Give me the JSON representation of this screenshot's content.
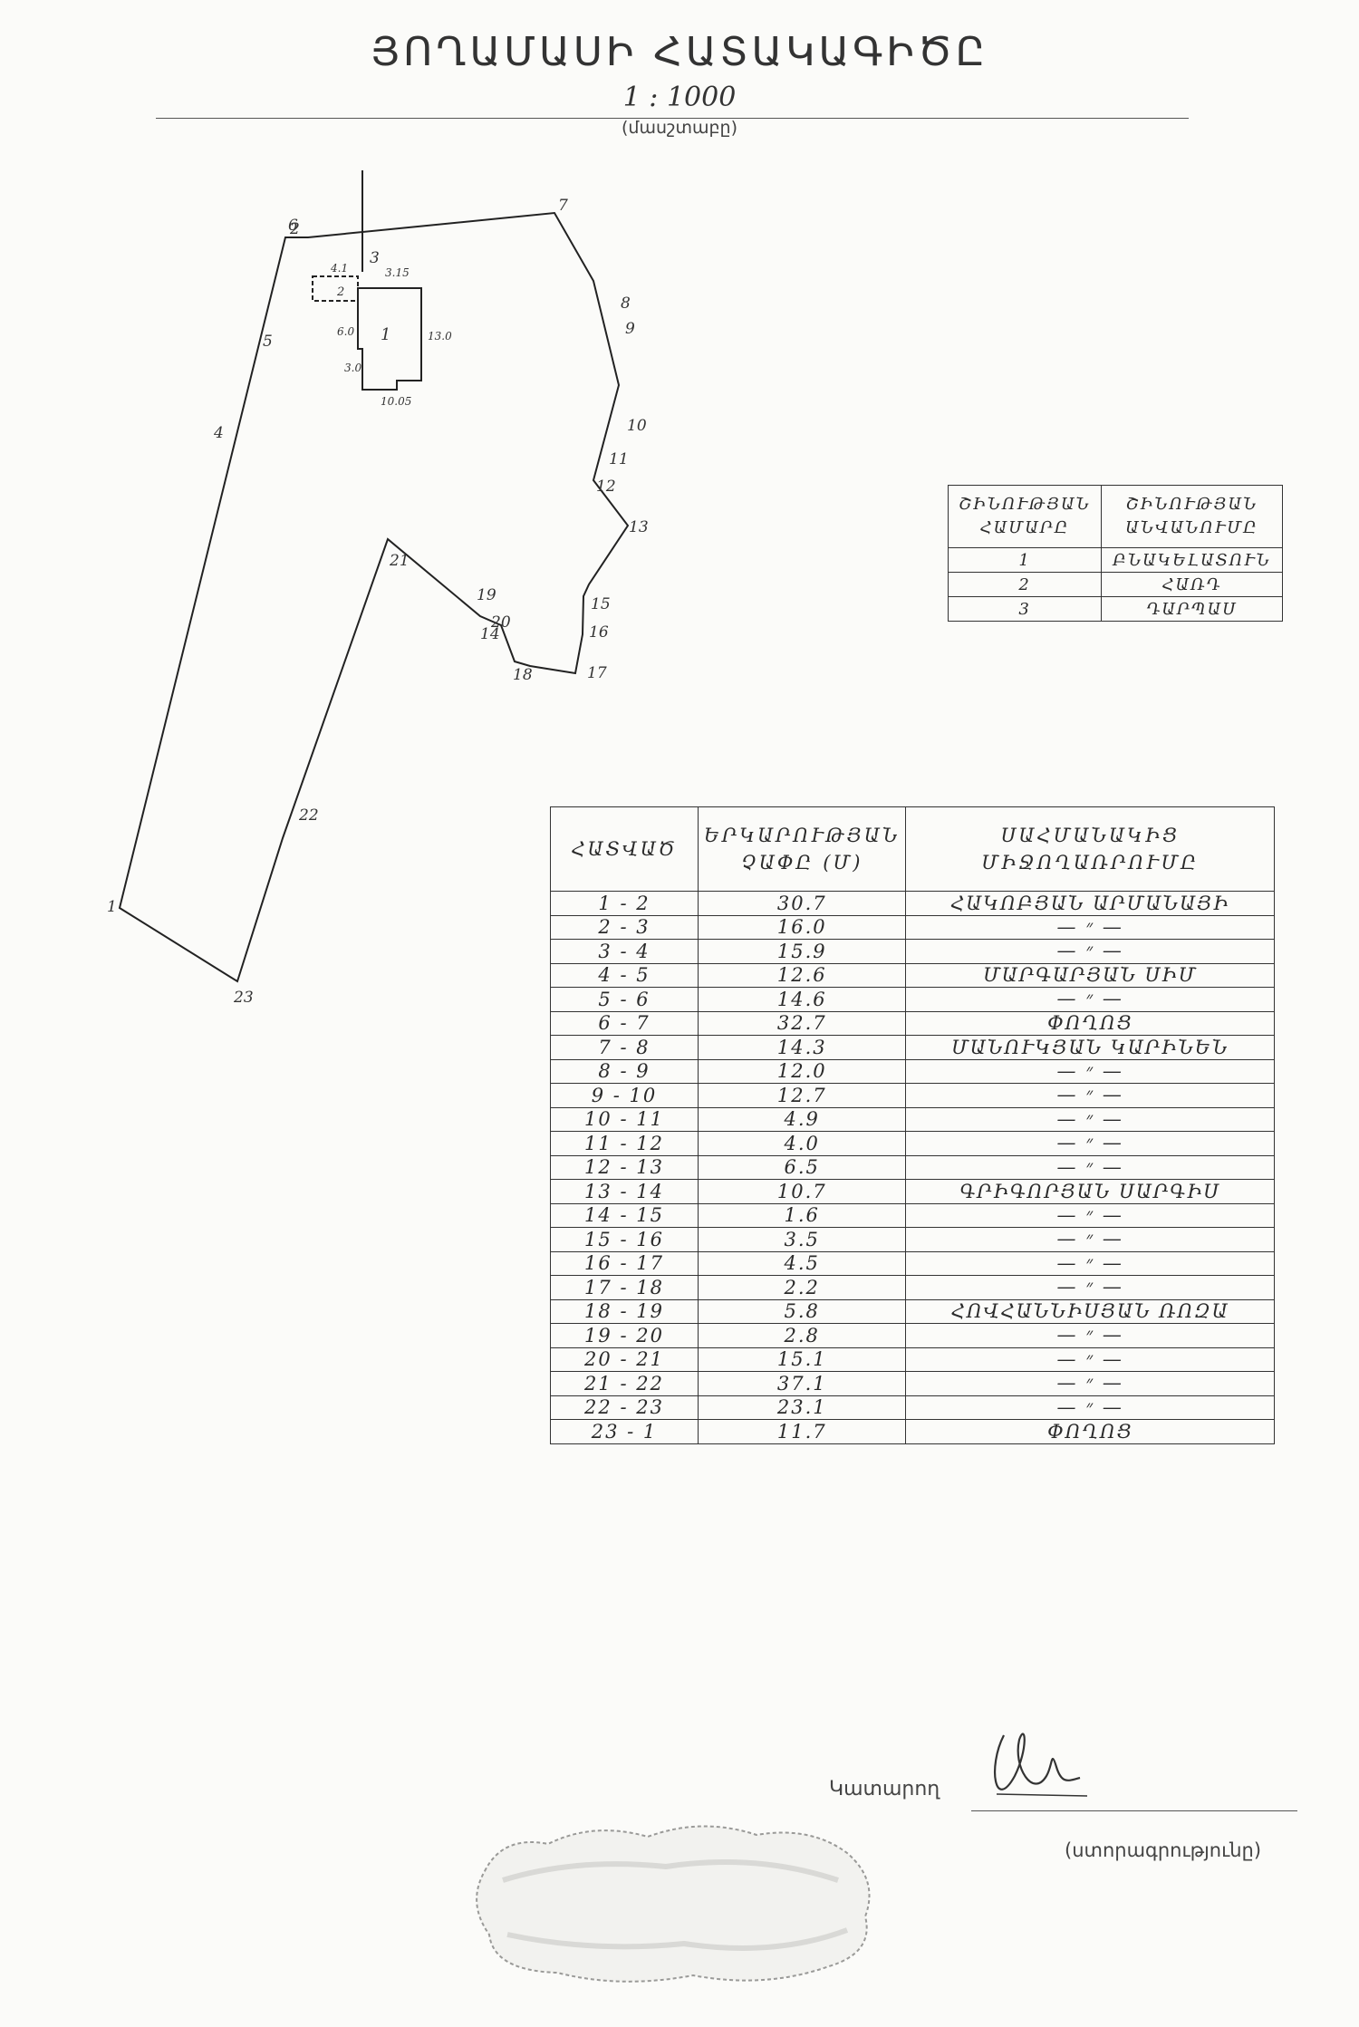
{
  "header": {
    "title": "ՅՈՂԱՄԱՍԻ ՀԱՏԱԿԱԳԻԾԸ",
    "scale": "1 : 1000",
    "scale_caption": "(մասշտաբը)"
  },
  "plan": {
    "points": [
      {
        "label": "1"
      },
      {
        "label": "2"
      },
      {
        "label": "3"
      },
      {
        "label": "4"
      },
      {
        "label": "5"
      },
      {
        "label": "6"
      },
      {
        "label": "7"
      },
      {
        "label": "8"
      },
      {
        "label": "9"
      },
      {
        "label": "10"
      },
      {
        "label": "11"
      },
      {
        "label": "12"
      },
      {
        "label": "13"
      },
      {
        "label": "14"
      },
      {
        "label": "15"
      },
      {
        "label": "16"
      },
      {
        "label": "17"
      },
      {
        "label": "18"
      },
      {
        "label": "19"
      },
      {
        "label": "20"
      },
      {
        "label": "21"
      },
      {
        "label": "22"
      },
      {
        "label": "23"
      }
    ],
    "building_number": "1",
    "small_building_number": "2",
    "building_dims": [
      "4.1",
      "3.15",
      "13.0",
      "10.05",
      "3.0",
      "6.0"
    ]
  },
  "legend": {
    "headers": [
      "ՇԻՆՈՒԹՅԱՆ ՀԱՄԱՐԸ",
      "ՇԻՆՈՒԹՅԱՆ ԱՆՎԱՆՈՒՄԸ"
    ],
    "rows": [
      [
        "1",
        "ԲՆԱԿԵԼԱՏՈՒՆ"
      ],
      [
        "2",
        "ՀԱՌԴ"
      ],
      [
        "3",
        "ԴԱՐՊԱՍ"
      ]
    ]
  },
  "boundaries": {
    "headers": [
      "ՀԱՏՎԱԾ",
      "ԵՐԿԱՐՈՒԹՅԱՆ ՉԱՓԸ (Մ)",
      "ՍԱՀՄԱՆԱԿԻՑ ՄԻՋՈՂԱՌՐՈՒՄԸ"
    ],
    "rows": [
      [
        "1 - 2",
        "30.7",
        "ՀԱԿՈԲՅԱՆ ԱՐՄԱՆԱՅԻ"
      ],
      [
        "2 - 3",
        "16.0",
        "— ״ —"
      ],
      [
        "3 - 4",
        "15.9",
        "— ״ —"
      ],
      [
        "4 - 5",
        "12.6",
        "ՄԱՐԳԱՐՅԱՆ ՍԻՄ"
      ],
      [
        "5 - 6",
        "14.6",
        "— ״ —"
      ],
      [
        "6 - 7",
        "32.7",
        "ՓՈՂՈՑ"
      ],
      [
        "7 - 8",
        "14.3",
        "ՄԱՆՈՒԿՅԱՆ ԿԱՐԻՆԵՆ"
      ],
      [
        "8 - 9",
        "12.0",
        "— ״ —"
      ],
      [
        "9 - 10",
        "12.7",
        "— ״ —"
      ],
      [
        "10 - 11",
        "4.9",
        "— ״ —"
      ],
      [
        "11 - 12",
        "4.0",
        "— ״ —"
      ],
      [
        "12 - 13",
        "6.5",
        "— ״ —"
      ],
      [
        "13 - 14",
        "10.7",
        "ԳՐԻԳՈՐՅԱՆ ՍԱՐԳԻՍ"
      ],
      [
        "14 - 15",
        "1.6",
        "— ״ —"
      ],
      [
        "15 - 16",
        "3.5",
        "— ״ —"
      ],
      [
        "16 - 17",
        "4.5",
        "— ״ —"
      ],
      [
        "17 - 18",
        "2.2",
        "— ״ —"
      ],
      [
        "18 - 19",
        "5.8",
        "ՀՈՎՀԱՆՆԻՍՅԱՆ ՌՈԶԱ"
      ],
      [
        "19 - 20",
        "2.8",
        "— ״ —"
      ],
      [
        "20 - 21",
        "15.1",
        "— ״ —"
      ],
      [
        "21 - 22",
        "37.1",
        "— ״ —"
      ],
      [
        "22 - 23",
        "23.1",
        "— ״ —"
      ],
      [
        "23 - 1",
        "11.7",
        "ՓՈՂՈՑ"
      ]
    ]
  },
  "footer": {
    "executor_label": "Կատարող",
    "signature_caption": "(ստորագրությունը)"
  }
}
